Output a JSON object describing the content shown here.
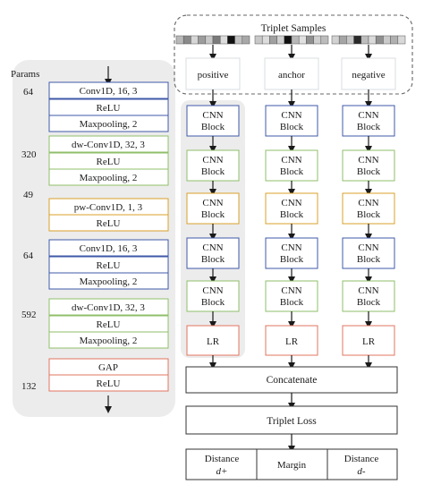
{
  "params_header": "Params",
  "params": [
    "64",
    "320",
    "49",
    "64",
    "592",
    "132"
  ],
  "left_layers": [
    {
      "label": "Conv1D, 16, 3",
      "color": "#3f58a8"
    },
    {
      "label": "ReLU",
      "color": "#3f58a8"
    },
    {
      "label": "Maxpooling, 2",
      "color": "#3f58a8"
    },
    {
      "label": "dw-Conv1D, 32, 3",
      "color": "#8fbf6a"
    },
    {
      "label": "ReLU",
      "color": "#8fbf6a"
    },
    {
      "label": "Maxpooling, 2",
      "color": "#8fbf6a"
    },
    {
      "label": "pw-Conv1D, 1, 3",
      "color": "#d9a02a"
    },
    {
      "label": "ReLU",
      "color": "#d9a02a"
    },
    {
      "label": "Conv1D, 16, 3",
      "color": "#3f58a8"
    },
    {
      "label": "ReLU",
      "color": "#3f58a8"
    },
    {
      "label": "Maxpooling, 2",
      "color": "#3f58a8"
    },
    {
      "label": "dw-Conv1D, 32, 3",
      "color": "#8fbf6a"
    },
    {
      "label": "ReLU",
      "color": "#8fbf6a"
    },
    {
      "label": "Maxpooling, 2",
      "color": "#8fbf6a"
    },
    {
      "label": "GAP",
      "color": "#e2755f"
    },
    {
      "label": "ReLU",
      "color": "#e2755f"
    }
  ],
  "triplet": {
    "title": "Triplet Samples",
    "inputs": [
      "positive",
      "anchor",
      "negative"
    ]
  },
  "cnn_block": {
    "line1": "CNN",
    "line2": "Block"
  },
  "cnn_block_colors": [
    "#3f58a8",
    "#8fbf6a",
    "#d9a02a",
    "#3f58a8",
    "#8fbf6a"
  ],
  "lr_label": "LR",
  "lr_color": "#e2755f",
  "concat_label": "Concatenate",
  "loss_label": "Triplet Loss",
  "outputs": {
    "distance_pos": "Distance",
    "distance_pos_sub": "d+",
    "margin": "Margin",
    "distance_neg": "Distance",
    "distance_neg_sub": "d-"
  }
}
